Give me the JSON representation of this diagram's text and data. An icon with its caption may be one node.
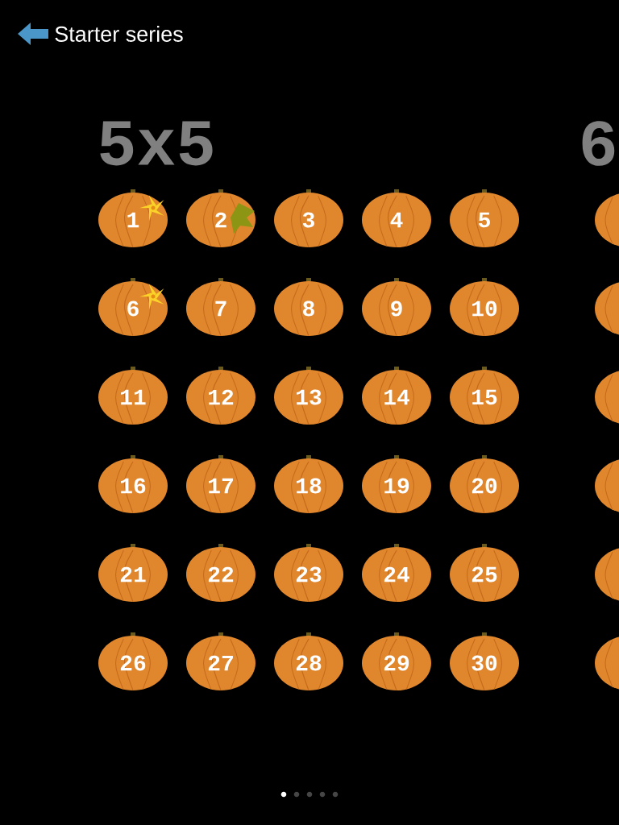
{
  "diagram": {
    "nodes": [
      {
        "text": [
          "1"
        ]
      },
      {
        "text": [
          "2"
        ]
      },
      {
        "text": [
          "3"
        ]
      },
      {
        "text": [
          "4"
        ]
      },
      {
        "text": [
          "5"
        ]
      },
      {
        "text": [
          "6"
        ]
      },
      {
        "text": [
          "7"
        ]
      },
      {
        "text": [
          "8"
        ]
      },
      {
        "text": [
          "9"
        ]
      },
      {
        "text": [
          "10"
        ]
      },
      {
        "text": [
          "11"
        ]
      },
      {
        "text": [
          "12"
        ]
      },
      {
        "text": [
          "13"
        ]
      },
      {
        "text": [
          "14"
        ]
      },
      {
        "text": [
          "15"
        ]
      },
      {
        "text": [
          "16"
        ]
      },
      {
        "text": [
          "17"
        ]
      },
      {
        "text": [
          "18"
        ]
      },
      {
        "text": [
          "19"
        ]
      },
      {
        "text": [
          "20"
        ]
      },
      {
        "text": [
          "21"
        ]
      },
      {
        "text": [
          "22"
        ]
      },
      {
        "text": [
          "23"
        ]
      },
      {
        "text": [
          "24"
        ]
      },
      {
        "text": [
          "25"
        ]
      },
      {
        "text": [
          "26"
        ]
      },
      {
        "text": [
          "27"
        ]
      },
      {
        "text": [
          "28"
        ]
      },
      {
        "text": [
          "29"
        ]
      },
      {
        "text": [
          "30"
        ]
      }
    ],
    "labels": [
      "Starter series",
      "5x5",
      "6"
    ]
  }
}
